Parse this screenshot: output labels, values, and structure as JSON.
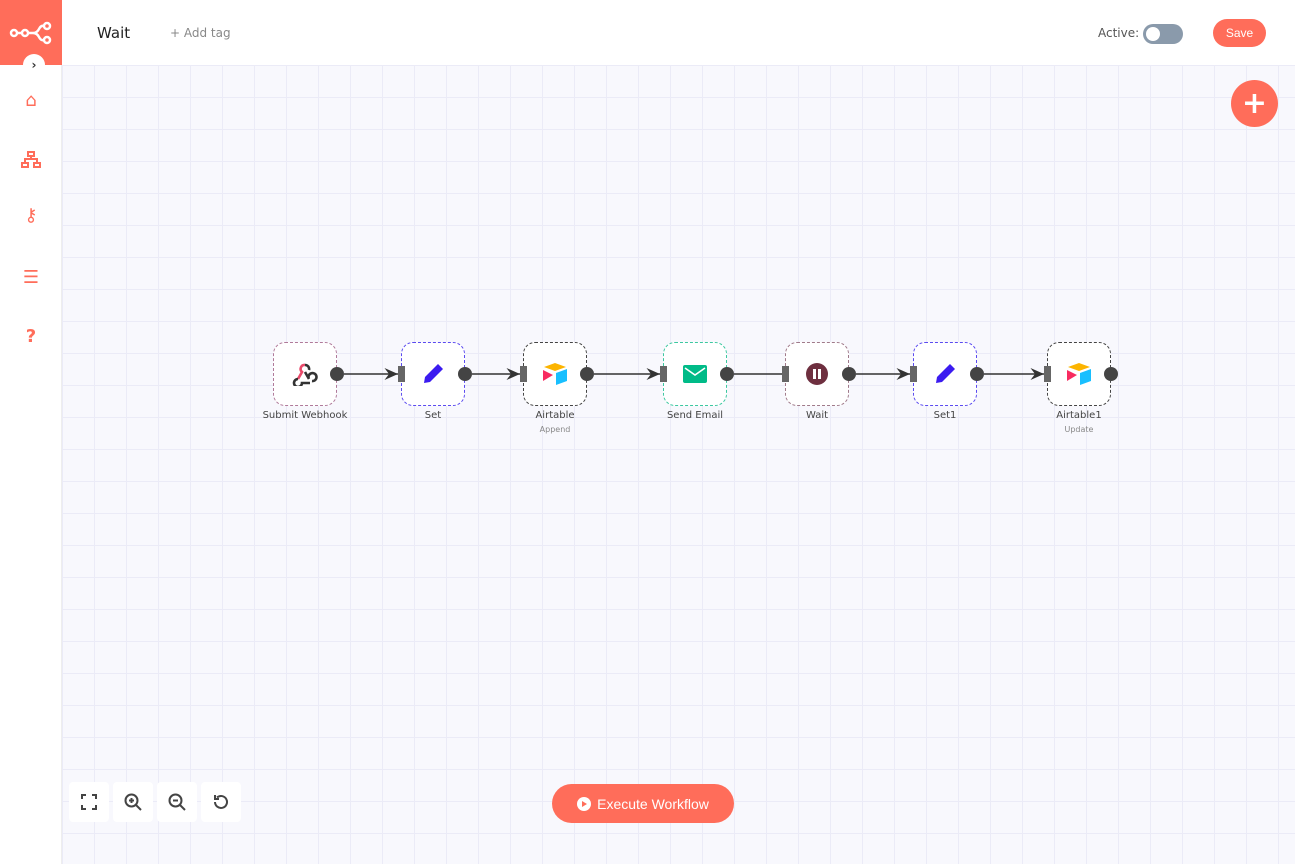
{
  "header": {
    "title": "Wait",
    "add_tag": "+ Add tag",
    "active_label": "Active:",
    "active": false,
    "save": "Save"
  },
  "sidebar": {
    "items": [
      "home-icon",
      "workflows-icon",
      "credentials-icon",
      "executions-icon",
      "help-icon"
    ]
  },
  "nodes": [
    {
      "name": "Submit Webhook",
      "sub": "",
      "icon": "webhook-icon"
    },
    {
      "name": "Set",
      "sub": "",
      "icon": "pencil-icon"
    },
    {
      "name": "Airtable",
      "sub": "Append",
      "icon": "airtable-icon"
    },
    {
      "name": "Send Email",
      "sub": "",
      "icon": "envelope-icon"
    },
    {
      "name": "Wait",
      "sub": "",
      "icon": "pause-icon"
    },
    {
      "name": "Set1",
      "sub": "",
      "icon": "pencil-icon"
    },
    {
      "name": "Airtable1",
      "sub": "Update",
      "icon": "airtable-icon"
    }
  ],
  "execute": "Execute Workflow",
  "colors": {
    "accent": "#ff6d5a",
    "set": "#3b1bf0",
    "email": "#00bb88",
    "wait": "#6e2f3f"
  }
}
